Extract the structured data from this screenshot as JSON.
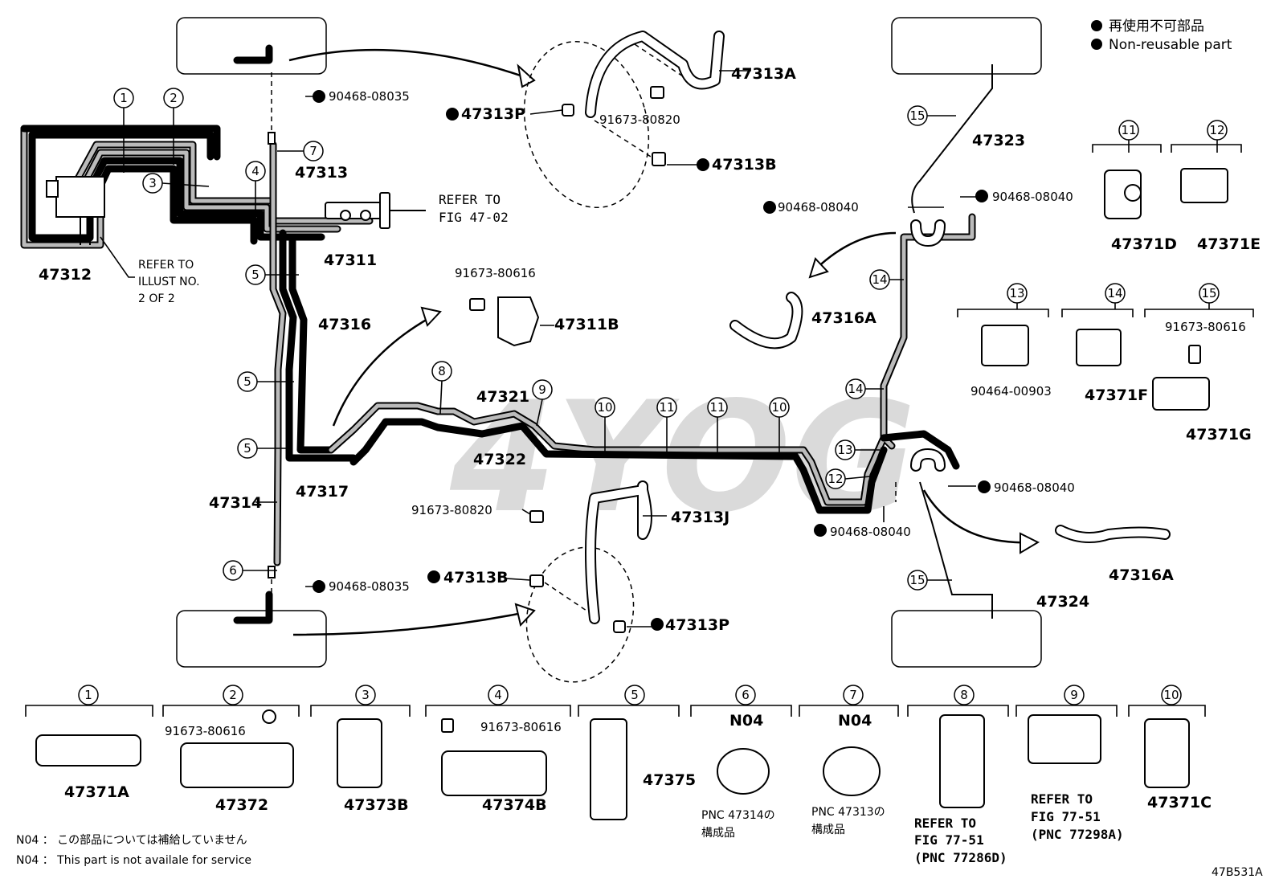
{
  "legend": {
    "line1": "再使用不可部品",
    "line2": "Non-reusable part"
  },
  "figure_code": "47B531A",
  "watermark": "4YOG",
  "note_n04": {
    "jp": "N04 ： この部品については補給していません",
    "en": "N04 ：  This part is not availale for service"
  },
  "parts": {
    "p47313A": "47313A",
    "p47313P_top": "47313P",
    "p91673_80820_top": "91673-80820",
    "p47313B_top": "47313B",
    "p90468_08035_top": "90468-08035",
    "p47313": "47313",
    "p47311": "47311",
    "p47312": "47312",
    "p47316": "47316",
    "p91673_80616_mid": "91673-80616",
    "p47311B": "47311B",
    "p47321": "47321",
    "p47322": "47322",
    "p47317": "47317",
    "p47314": "47314",
    "p91673_80820_mid": "91673-80820",
    "p47313J": "47313J",
    "p47313B_bot": "47313B",
    "p47313P_bot": "47313P",
    "p90468_08035_bot": "90468-08035",
    "p47323": "47323",
    "p90468_08040_a": "90468-08040",
    "p90468_08040_b": "90468-08040",
    "p47316A_top": "47316A",
    "p90468_08040_c": "90468-08040",
    "p90468_08040_d": "90468-08040",
    "p47316A_bot": "47316A",
    "p47324": "47324",
    "p47371D": "47371D",
    "p47371E": "47371E",
    "p90464_00903": "90464-00903",
    "p47371F": "47371F",
    "p91673_80616_r": "91673-80616",
    "p47371G": "47371G",
    "p47371A": "47371A",
    "p91673_80616_b2": "91673-80616",
    "p47372": "47372",
    "p47373B": "47373B",
    "p91673_80616_b4": "91673-80616",
    "p47374B": "47374B",
    "p47375": "47375",
    "n04_a": "N04",
    "n04_b": "N04",
    "p47371C": "47371C"
  },
  "refs": {
    "fig47_l1": "REFER TO",
    "fig47_l2": "FIG 47-02",
    "illust_l1": "REFER TO",
    "illust_l2": "ILLUST NO.",
    "illust_l3": "2 OF 2",
    "pnc47314_l1": "PNC 47314の",
    "pnc47314_l2": "構成品",
    "pnc47313_l1": "PNC 47313の",
    "pnc47313_l2": "構成品",
    "fig8_l1": "REFER TO",
    "fig8_l2": "FIG 77-51",
    "fig8_l3": "(PNC 77286D)",
    "fig9_l1": "REFER TO",
    "fig9_l2": "FIG 77-51",
    "fig9_l3": "(PNC 77298A)"
  },
  "callouts": {
    "c1": "1",
    "c2": "2",
    "c3": "3",
    "c4": "4",
    "c5": "5",
    "c6": "6",
    "c7": "7",
    "c8": "8",
    "c9": "9",
    "c10": "10",
    "c11": "11",
    "c12": "12",
    "c13": "13",
    "c14": "14",
    "c15": "15"
  }
}
